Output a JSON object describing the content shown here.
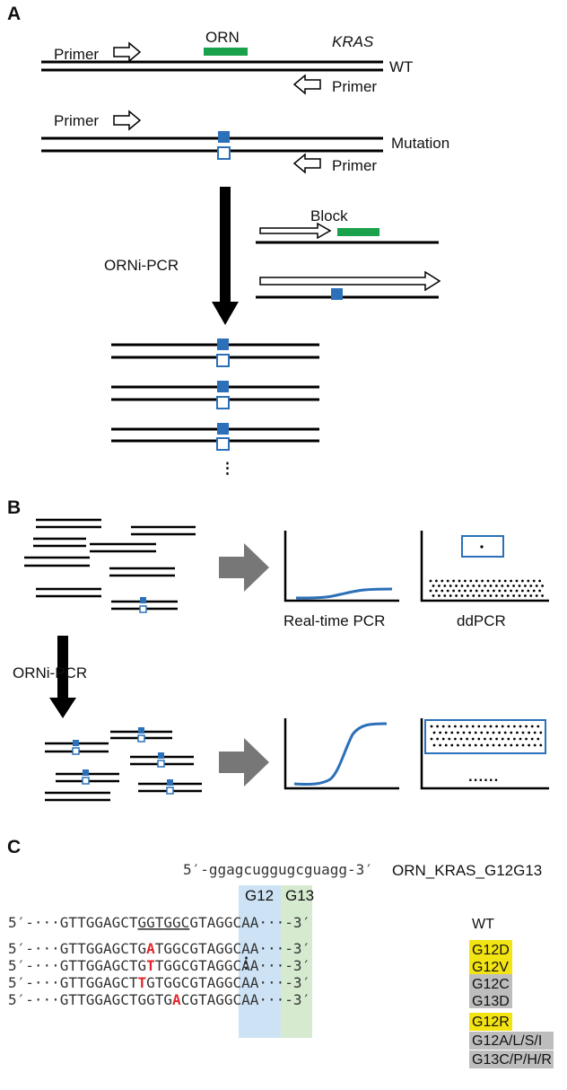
{
  "colors": {
    "strand": "#000000",
    "orn": "#1aa14b",
    "mut": "#2b70b8",
    "arrow_gray": "#777777",
    "mut_red": "#e0262b",
    "hl_blue": "#cde3f5",
    "hl_green": "#d6ead0",
    "tag_yellow": "#f2e313",
    "tag_gray": "#bdbdbd"
  },
  "panel_a": {
    "label": "A",
    "primer": "Primer",
    "orn": "ORN",
    "gene": "KRAS",
    "wt": "WT",
    "mutation": "Mutation",
    "method": "ORNi-PCR",
    "block": "Block",
    "ellipsis": "⋮"
  },
  "panel_b": {
    "label": "B",
    "method": "ORNi-PCR",
    "realtime": "Real-time PCR",
    "ddpcr": "ddPCR",
    "dots_bottom": "......"
  },
  "panel_c": {
    "label": "C",
    "orn_seq": "5′-ggagcuggugcguagg-3′",
    "orn_name": "ORN_KRAS_G12G13",
    "codon1": "G12",
    "codon2": "G13",
    "rows": [
      {
        "pre": "5′-···GTTGGAGCT",
        "c1a": "GGT",
        "c1b": "",
        "c1c": "",
        "c2a": "GGC",
        "c2b": "",
        "c2c": "",
        "post": "GTAGGCAA···-3′",
        "label": "WT"
      },
      {
        "pre": "5′-···GTTGGAGCT",
        "c1a": "G",
        "c1b": "A",
        "c1c": "T",
        "c2a": "GGC",
        "c2b": "",
        "c2c": "",
        "post": "GTAGGCAA···-3′",
        "label": "G12D"
      },
      {
        "pre": "5′-···GTTGGAGCT",
        "c1a": "G",
        "c1b": "T",
        "c1c": "T",
        "c2a": "GGC",
        "c2b": "",
        "c2c": "",
        "post": "GTAGGCAA···-3′",
        "label": "G12V"
      },
      {
        "pre": "5′-···GTTGGAGCT",
        "c1a": "",
        "c1b": "T",
        "c1c": "GT",
        "c2a": "GGC",
        "c2b": "",
        "c2c": "",
        "post": "GTAGGCAA···-3′",
        "label": "G12C"
      },
      {
        "pre": "5′-···GTTGGAGCT",
        "c1a": "GGT",
        "c1b": "",
        "c1c": "",
        "c2a": "G",
        "c2b": "A",
        "c2c": "C",
        "post": "GTAGGCAA···-3′",
        "label": "G13D"
      }
    ],
    "ellipsis": "⋮",
    "extra_tags": [
      "G12R",
      "G12A/L/S/I",
      "G13C/P/H/R"
    ]
  }
}
